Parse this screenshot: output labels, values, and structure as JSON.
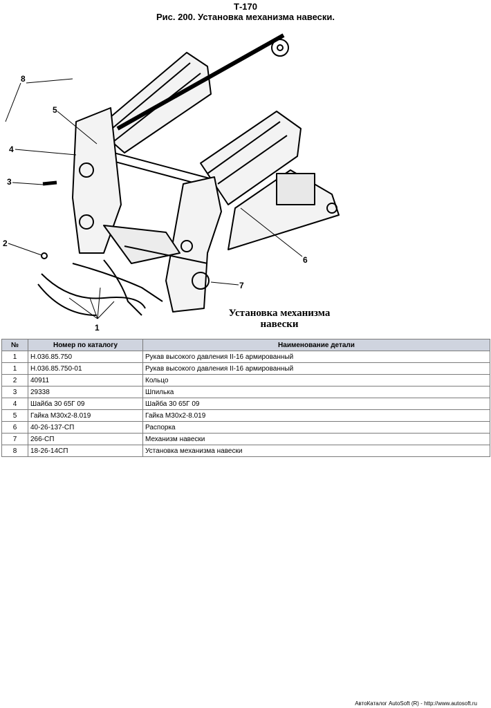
{
  "header": {
    "model": "Т-170",
    "figure_caption": "Рис. 200. Установка механизма навески."
  },
  "figure": {
    "inset_caption_line1": "Установка механизма",
    "inset_caption_line2": "навески",
    "callouts": [
      "1",
      "2",
      "3",
      "4",
      "5",
      "6",
      "7",
      "8"
    ]
  },
  "table": {
    "headers": [
      "№",
      "Номер по каталогу",
      "Наименование детали"
    ],
    "rows": [
      [
        "1",
        "Н.036.85.750",
        "Рукав высокого давления II-16 армированный"
      ],
      [
        "1",
        "Н.036.85.750-01",
        "Рукав высокого давления II-16 армированный"
      ],
      [
        "2",
        "40911",
        "Кольцо"
      ],
      [
        "3",
        "29338",
        "Шпилька"
      ],
      [
        "4",
        "Шайба 30 65Г 09",
        "Шайба 30 65Г 09"
      ],
      [
        "5",
        "Гайка М30х2-8.019",
        "Гайка М30х2-8.019"
      ],
      [
        "6",
        "40-26-137-СП",
        "Распорка"
      ],
      [
        "7",
        "266-СП",
        "Механизм навески"
      ],
      [
        "8",
        "18-26-14СП",
        "Установка механизма навески"
      ]
    ]
  },
  "footer": {
    "text": "АвтоКаталог AutoSoft (R)  -  http://www.autosoft.ru"
  }
}
